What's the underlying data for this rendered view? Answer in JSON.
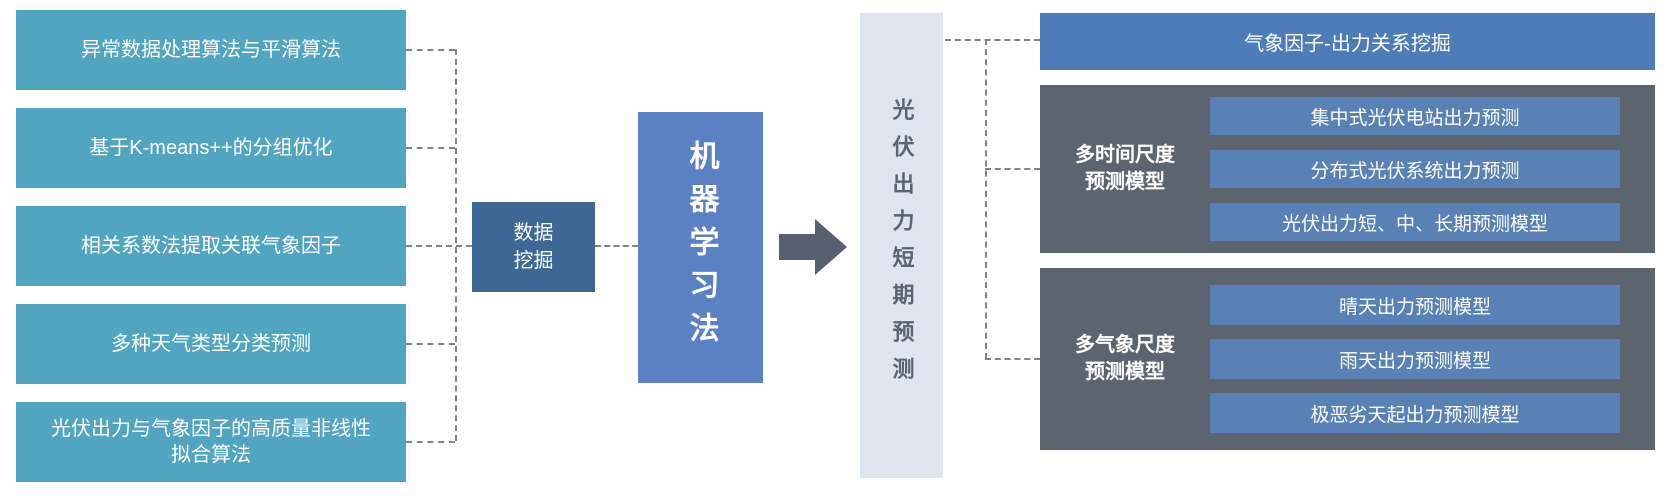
{
  "colors": {
    "teal_box": "#52a5c0",
    "mining_box": "#3f6795",
    "ml_box": "#5b80c3",
    "arrow": "#566070",
    "output_bar_bg": "#dfe5ee",
    "output_bar_text": "#5a6472",
    "top_bar": "#4d7cb8",
    "panel_bg": "#5c6470",
    "sub_box": "#5981b5",
    "dash_line": "#7b838d"
  },
  "left_steps": [
    "异常数据处理算法与平滑算法",
    "基于K-means++的分组优化",
    "相关系数法提取关联气象因子",
    "多种天气类型分类预测",
    "光伏出力与气象因子的高质量非线性拟合算法"
  ],
  "middle": {
    "data_mining": {
      "line1": "数据",
      "line2": "挖掘"
    },
    "ml_method": "机器学习法",
    "output_bar": "光伏出力短期预测"
  },
  "right": {
    "top_bar": "气象因子-出力关系挖掘",
    "groups": [
      {
        "label_line1": "多时间尺度",
        "label_line2": "预测模型",
        "items": [
          "集中式光伏电站出力预测",
          "分布式光伏系统出力预测",
          "光伏出力短、中、长期预测模型"
        ]
      },
      {
        "label_line1": "多气象尺度",
        "label_line2": "预测模型",
        "items": [
          "晴天出力预测模型",
          "雨天出力预测模型",
          "极恶劣天起出力预测模型"
        ]
      }
    ]
  }
}
